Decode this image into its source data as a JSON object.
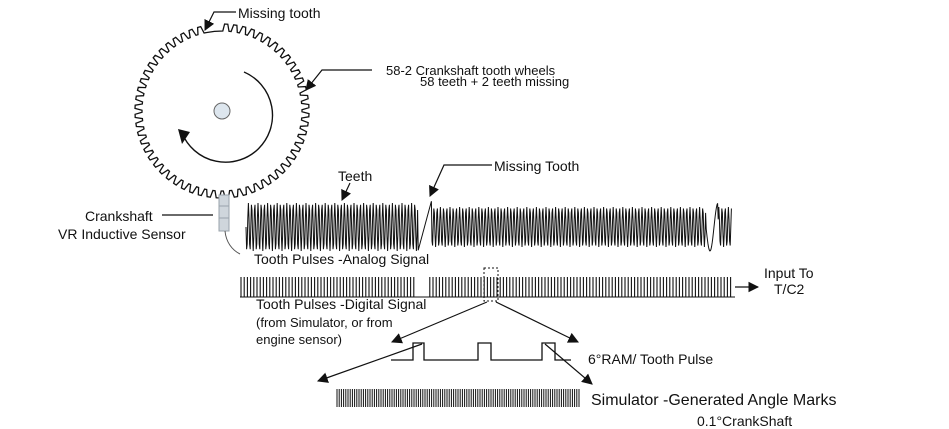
{
  "labels": {
    "missing_tooth_top": "Missing tooth",
    "wheel_title": "58-2 Crankshaft tooth wheels",
    "wheel_subtitle": "58 teeth + 2 teeth missing",
    "teeth": "Teeth",
    "missing_tooth_signal": "Missing Tooth",
    "sensor_line1": "Crankshaft",
    "sensor_line2": "VR Inductive Sensor",
    "analog_signal": "Tooth Pulses -Analog Signal",
    "input_line1": "Input To",
    "input_line2": "T/C2",
    "digital_line1": "Tooth Pulses -Digital Signal",
    "digital_line2": "(from Simulator, or from",
    "digital_line3": "engine sensor)",
    "tooth_pulse": "6°RAM/ Tooth Pulse",
    "angle_marks_line1": "Simulator -Generated Angle Marks",
    "angle_marks_line2": "0.1°CrankShaft"
  },
  "wheel": {
    "teeth_total": 60,
    "teeth_present": 58,
    "teeth_missing": 2
  },
  "colors": {
    "ink": "#111111",
    "sensor": "#cfd6dc",
    "hub": "#dde6ee"
  }
}
